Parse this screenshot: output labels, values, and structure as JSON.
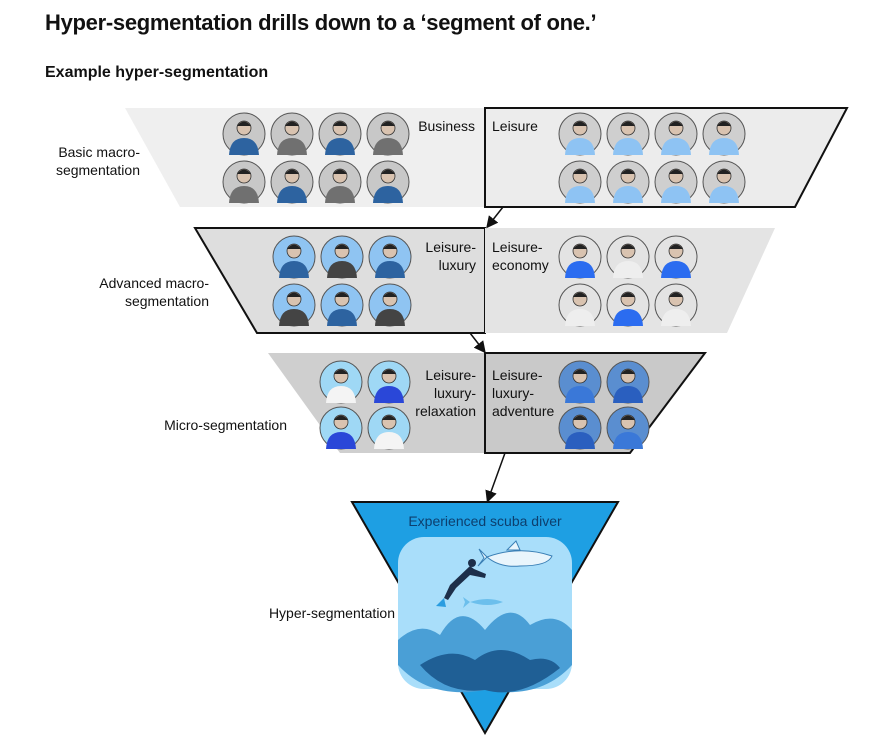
{
  "title": "Hyper-segmentation drills down to a ‘segment of one.’",
  "subtitle": "Example hyper-segmentation",
  "levels": [
    {
      "label": "Basic macro-\nsegmentation",
      "left": "Business",
      "right": "Leisure"
    },
    {
      "label": "Advanced macro-\nsegmentation",
      "left": "Leisure-\nluxury",
      "right": "Leisure-\neconomy"
    },
    {
      "label": "Micro-segmentation",
      "left": "Leisure-\nluxury-\nrelaxation",
      "right": "Leisure-\nluxury-\nadventure"
    },
    {
      "label": "Hyper-segmentation",
      "center": "Experienced scuba diver"
    }
  ],
  "colors": {
    "band": "#ececec",
    "band_dark": "#d0d0d0",
    "triangle": "#1e9fe3",
    "scene": "#a9defa",
    "business": "#2d63a0",
    "grey_suit": "#707070",
    "leisure": "#8ec3f3",
    "economy": "#2b6cf0"
  }
}
